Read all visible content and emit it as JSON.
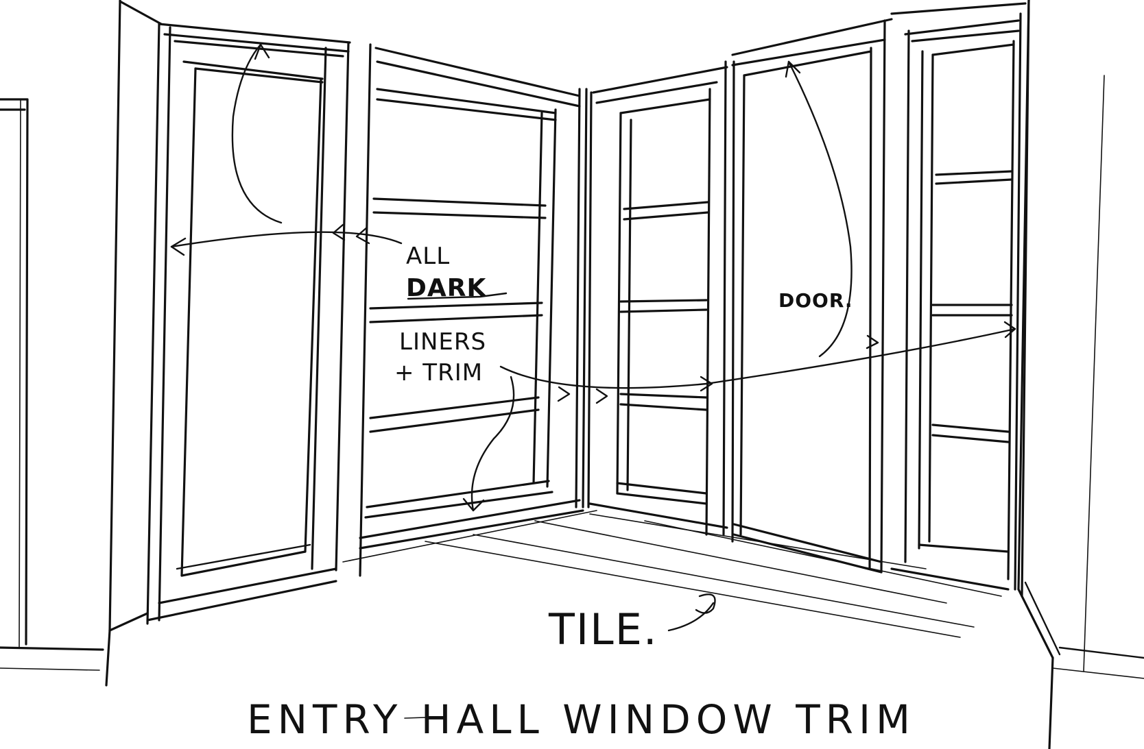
{
  "annotations": {
    "all": "ALL",
    "dark": "DARK",
    "liners": "LINERS",
    "trim": "+ TRIM",
    "door": "DOOR.",
    "tile": "TILE.",
    "title": "ENTRY HALL WINDOW TRIM"
  },
  "colors": {
    "ink": "#111111",
    "paper": "#ffffff"
  }
}
